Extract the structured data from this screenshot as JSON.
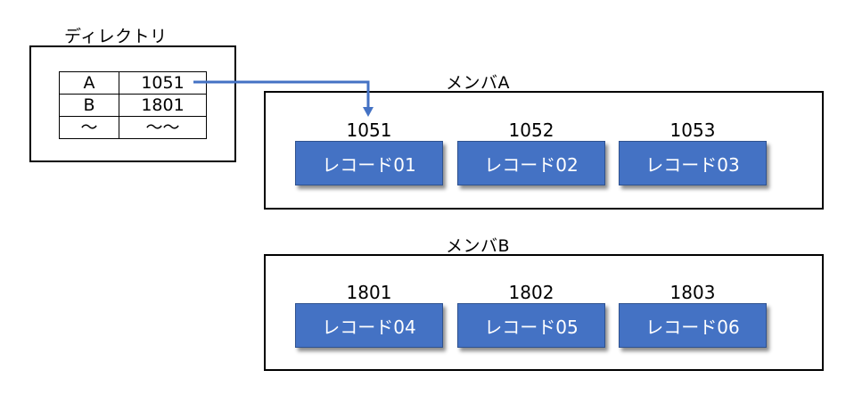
{
  "directory": {
    "title": "ディレクトリ",
    "entries": [
      {
        "key": "A",
        "value": "1051"
      },
      {
        "key": "B",
        "value": "1801"
      },
      {
        "key": "～",
        "value": "～～"
      }
    ]
  },
  "members": [
    {
      "title": "メンバA",
      "records": [
        {
          "address": "1051",
          "label": "レコード01"
        },
        {
          "address": "1052",
          "label": "レコード02"
        },
        {
          "address": "1053",
          "label": "レコード03"
        }
      ]
    },
    {
      "title": "メンバB",
      "records": [
        {
          "address": "1801",
          "label": "レコード04"
        },
        {
          "address": "1802",
          "label": "レコード05"
        },
        {
          "address": "1803",
          "label": "レコード06"
        }
      ]
    }
  ],
  "arrow": {
    "from": "directory.entries.0.value",
    "to": "members.0.records.0",
    "color": "#4472c4"
  }
}
